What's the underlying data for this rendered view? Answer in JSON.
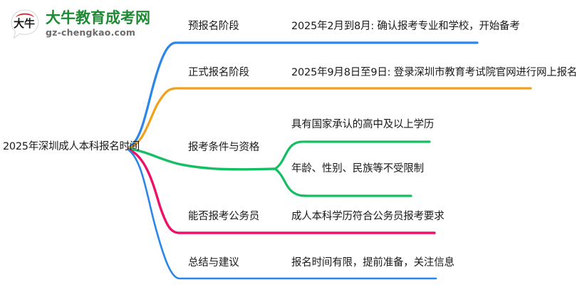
{
  "logo": {
    "mark_text": "大牛",
    "brand_cn": "大牛教育成考网",
    "brand_url": "gz-chengkao.com",
    "brand_color": "#1e8a33",
    "url_color": "#6b6b6b",
    "mark_arc_color": "#d9262c"
  },
  "mindmap": {
    "root": {
      "label": "2025年深圳成人本科报名时间"
    },
    "branches": [
      {
        "label": "预报名阶段",
        "color": "#2a86e8",
        "details": [
          "2025年2月到8月: 确认报考专业和学校，开始备考"
        ]
      },
      {
        "label": "正式报名阶段",
        "color": "#f0a11c",
        "details": [
          "2025年9月8日至9日: 登录深圳市教育考试院官网进行网上报名"
        ]
      },
      {
        "label": "报考条件与资格",
        "color": "#14bf63",
        "details": [
          "具有国家承认的高中及以上学历",
          "年龄、性别、民族等不受限制"
        ]
      },
      {
        "label": "能否报考公务员",
        "color": "#ef0f6a",
        "details": [
          "成人本科学历符合公务员报考要求"
        ]
      },
      {
        "label": "总结与建议",
        "color": "#2a86e8",
        "details": [
          "报名时间有限，提前准备，关注信息"
        ]
      }
    ]
  }
}
